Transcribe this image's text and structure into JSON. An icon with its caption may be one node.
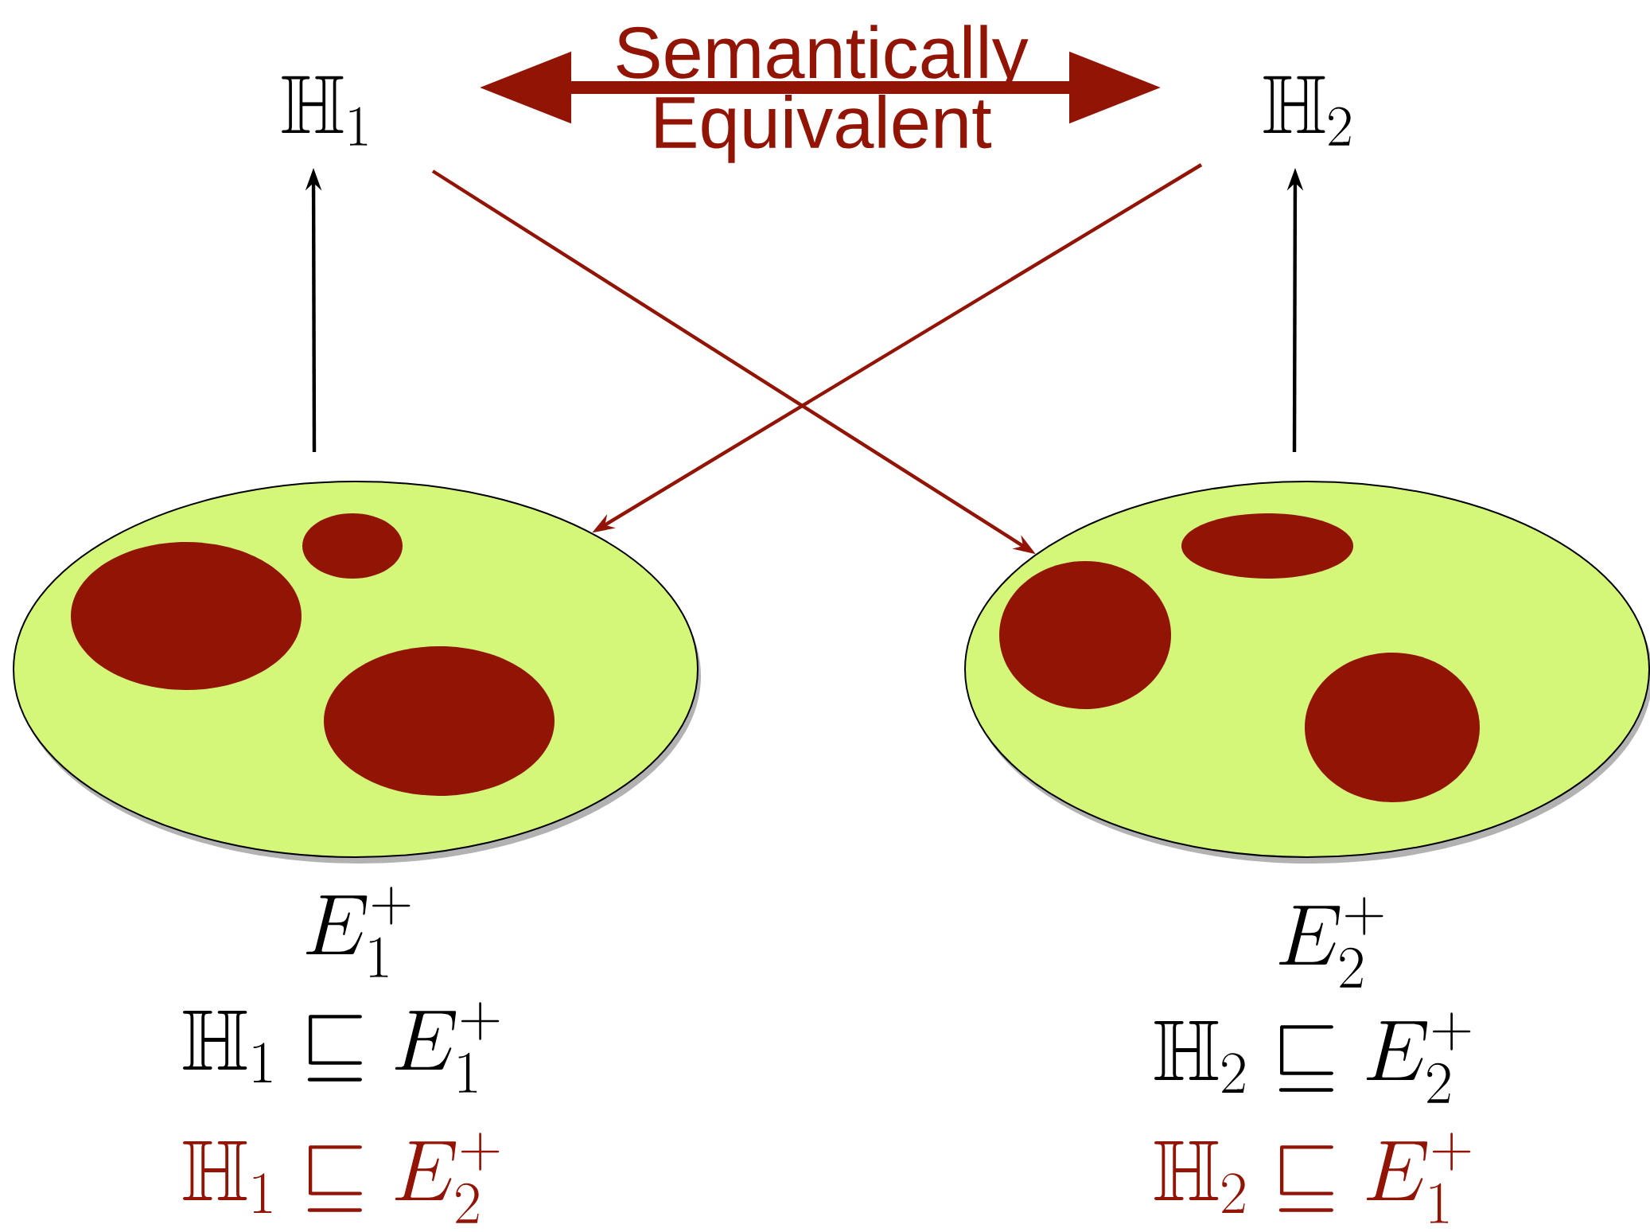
{
  "diagram": {
    "nodes": [
      {
        "text": [
          "\\mathbb{H}_1"
        ]
      },
      {
        "text": [
          "\\mathbb{H}_2"
        ]
      },
      {
        "text": [],
        "shape": "ellipse",
        "beside": [
          "E_1^+"
        ]
      },
      {
        "text": [],
        "shape": "ellipse",
        "beside": [
          "E_2^+"
        ]
      }
    ],
    "edges": [
      {
        "from": 0,
        "to": 1,
        "arrow": "both",
        "label": "Semantically Equivalent",
        "style": "thick"
      },
      {
        "from": 2,
        "to": 0,
        "arrow": "to",
        "color": "#000000"
      },
      {
        "from": 3,
        "to": 1,
        "arrow": "to",
        "color": "#000000"
      },
      {
        "from": 0,
        "to": 3,
        "arrow": "to"
      },
      {
        "from": 1,
        "to": 2,
        "arrow": "to"
      }
    ],
    "labels": [
      "\\mathbb{H}_1 \\sqsubseteq E_1^+",
      "\\mathbb{H}_2 \\sqsubseteq E_2^+",
      "\\mathbb{H}_1 \\sqsubseteq E_2^+",
      "\\mathbb{H}_2 \\sqsubseteq E_1^+"
    ]
  }
}
